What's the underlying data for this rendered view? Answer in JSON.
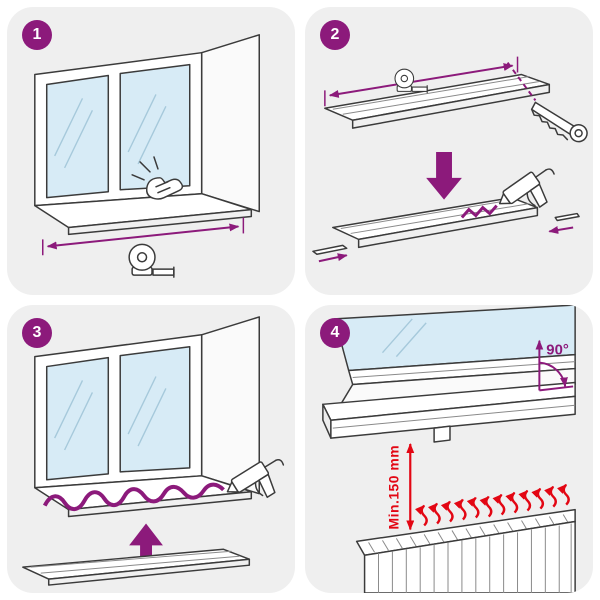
{
  "colors": {
    "accent": "#8C1A7B",
    "danger": "#E30613",
    "glass": "#D7EBF6",
    "panel_bg": "#EFEFEF",
    "line": "#3B3B3B",
    "page_bg": "#FFFFFF"
  },
  "steps": [
    {
      "number": "1"
    },
    {
      "number": "2"
    },
    {
      "number": "3"
    },
    {
      "number": "4"
    }
  ],
  "panel4": {
    "angle_label": "90°",
    "min_height_label": "Min.150 mm"
  },
  "icons": {
    "tape_measure": "svg-shape",
    "caulk_gun": "svg-shape",
    "hand_saw": "svg-shape",
    "cleaning_hand": "svg-shape",
    "radiator": "svg-shape",
    "heat_arrows": "svg-shape",
    "down_arrow": "svg-shape",
    "up_arrow": "svg-shape"
  }
}
